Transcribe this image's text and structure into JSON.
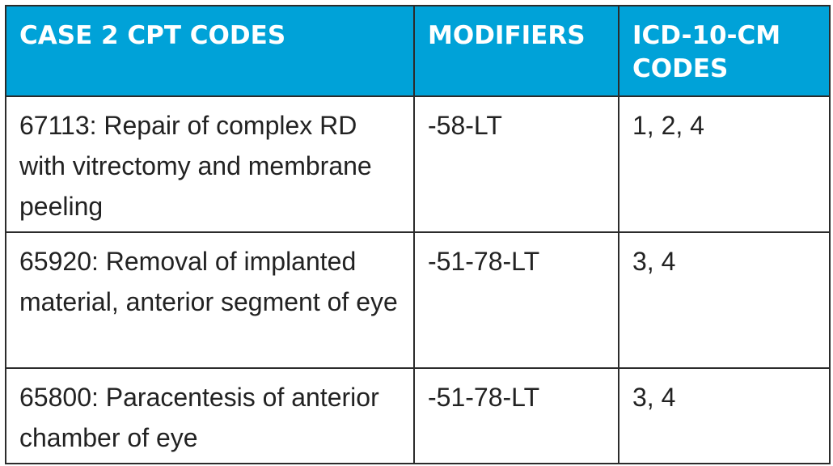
{
  "table": {
    "headers": {
      "cpt": "CASE 2 CPT CODES",
      "modifiers": "MODIFIERS",
      "icd": "ICD-10-CM CODES"
    },
    "rows": [
      {
        "cpt": "67113:  Repair of complex RD with vitrectomy and membrane peeling",
        "modifiers": "-58-LT",
        "icd": "1, 2, 4"
      },
      {
        "cpt": "65920: Removal of implanted material, anterior segment of eye",
        "modifiers": "-51-78-LT",
        "icd": "3, 4"
      },
      {
        "cpt": "65800: Paracentesis of anterior chamber of eye",
        "modifiers": "-51-78-LT",
        "icd": "3, 4"
      }
    ],
    "colors": {
      "header_background": "#00a2d8",
      "header_text": "#ffffff",
      "border": "#2b2b2b",
      "body_text": "#222222"
    }
  }
}
